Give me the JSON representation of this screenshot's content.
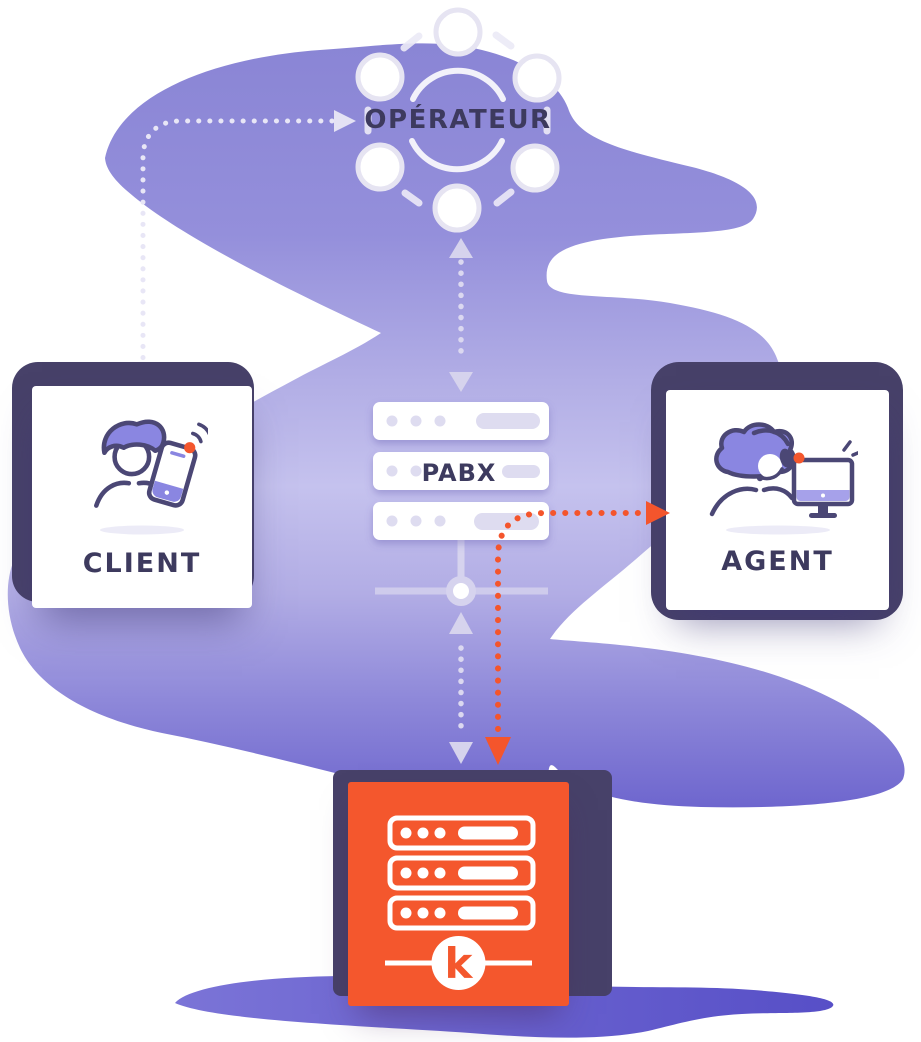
{
  "diagram": {
    "type": "telephony-call-flow",
    "nodes": {
      "operator": {
        "label": "OPÉRATEUR",
        "icon": "network-ring-icon"
      },
      "pabx": {
        "label": "PABX",
        "icon": "server-rack-icon"
      },
      "client": {
        "label": "CLIENT",
        "icon": "person-with-phone-icon"
      },
      "agent": {
        "label": "AGENT",
        "icon": "agent-headset-monitor-icon"
      },
      "kavkom_server": {
        "logo_letter": "k",
        "icon": "server-rack-icon"
      }
    },
    "connections": [
      {
        "from": "client",
        "to": "operator",
        "style": "dotted-light",
        "arrows": "both"
      },
      {
        "from": "operator",
        "to": "pabx",
        "style": "dotted-light",
        "arrows": "both"
      },
      {
        "from": "pabx-junction",
        "to": "kavkom_server",
        "style": "dotted-light",
        "arrows": "both"
      },
      {
        "from": "kavkom_server",
        "to": "agent",
        "style": "dotted-orange",
        "arrows": "both"
      }
    ]
  },
  "colors": {
    "blob_top": "#8a85d5",
    "blob_light_mid": "#c5c2ee",
    "blob_bottom": "#6e66ce",
    "bottom_pool": "#5c54c8",
    "card_shadow_bg": "#474169",
    "card_bg": "#ffffff",
    "accent_orange": "#f4572d",
    "text_dark": "#3d3a5e",
    "icon_purple_fill": "#8a86e1",
    "icon_outline": "#4b4775",
    "light_line": "#dbd8f0"
  }
}
